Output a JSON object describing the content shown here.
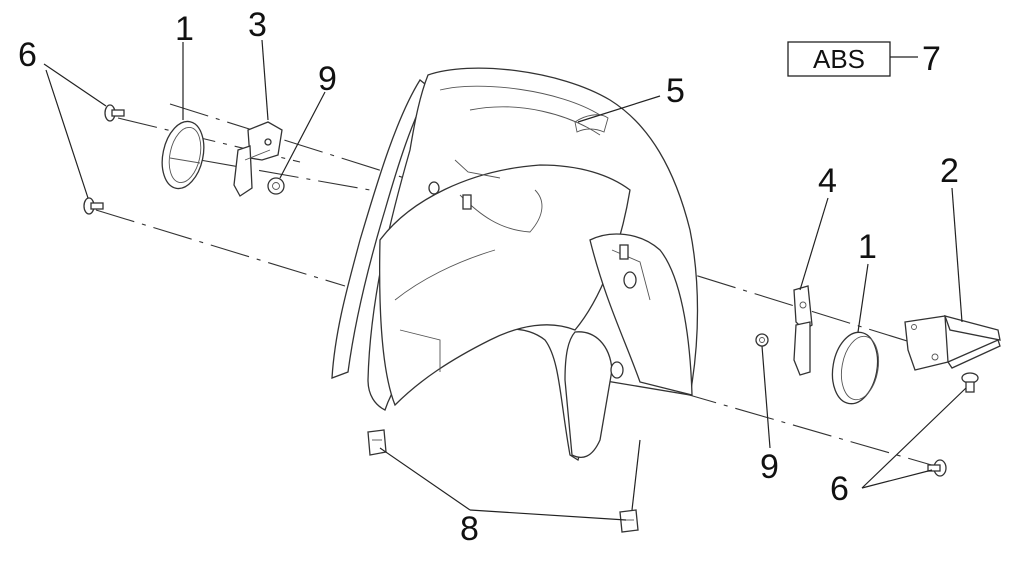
{
  "diagram": {
    "callouts": {
      "reflector_left": "1",
      "reflector_right": "1",
      "bracket_right": "2",
      "bracket_left": "3",
      "bracket_small_right": "4",
      "fender": "5",
      "screw_top_left": "6",
      "screw_bottom_right": "6",
      "abs_ref": "7",
      "nut_top": "9",
      "nut_bottom": "9",
      "clip": "8"
    },
    "abs_label": "ABS",
    "colors": {
      "line": "#333333",
      "background": "#ffffff"
    }
  }
}
